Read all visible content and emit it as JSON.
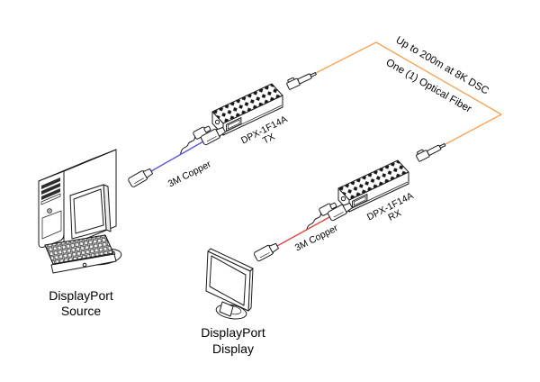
{
  "labels": {
    "source": {
      "line1": "DisplayPort",
      "line2": "Source"
    },
    "display": {
      "line1": "DisplayPort",
      "line2": "Display"
    },
    "tx": {
      "line1": "DPX-1F14A",
      "line2": "TX"
    },
    "rx": {
      "line1": "DPX-1F14A",
      "line2": "RX"
    },
    "tx_cable": "3M Copper",
    "rx_cable": "3M Copper",
    "fiber_line1": "Up to 200m at 8K DSC",
    "fiber_line2": "One (1) Optical Fiber"
  },
  "colors": {
    "line": "#1a1a1a",
    "copper_cable_tx": "#5a58d8",
    "copper_cable_rx": "#e24444",
    "optical_fiber": "#f5a254",
    "background": "#ffffff",
    "text": "#000000"
  }
}
